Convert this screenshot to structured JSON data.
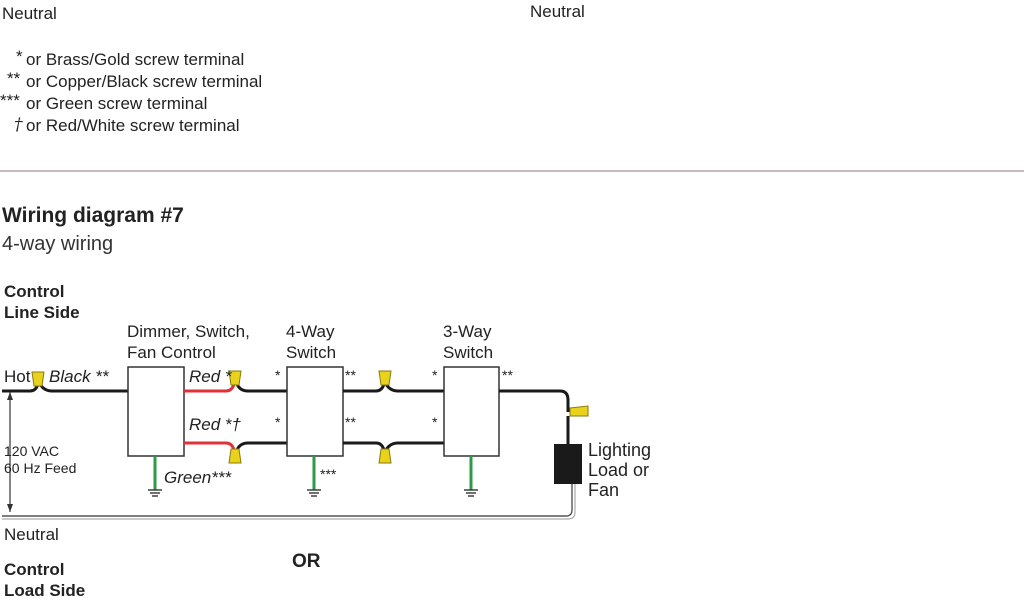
{
  "top": {
    "neutral_left": "Neutral",
    "neutral_center": "Neutral",
    "legend": [
      {
        "mark": "*",
        "text": "or Brass/Gold screw terminal"
      },
      {
        "mark": "**",
        "text": "or Copper/Black screw terminal"
      },
      {
        "mark": "***",
        "text": "or Green screw terminal"
      },
      {
        "mark": "†",
        "text": "or Red/White screw terminal"
      }
    ]
  },
  "section": {
    "title": "Wiring diagram #7",
    "subtitle": "4-way wiring"
  },
  "control_line_side": [
    "Control",
    "Line Side"
  ],
  "control_load_side": [
    "Control",
    "Load Side"
  ],
  "or_label": "OR",
  "hot_label": "Hot",
  "black_label": "Black **",
  "feed_label": [
    "120 VAC",
    "60 Hz Feed"
  ],
  "neutral_bottom": "Neutral",
  "devices": {
    "dimmer": [
      "Dimmer, Switch,",
      "Fan Control"
    ],
    "four_way": [
      "4-Way",
      "Switch"
    ],
    "three_way": [
      "3-Way",
      "Switch"
    ]
  },
  "wire_labels": {
    "red_top": "Red *",
    "red_bottom": "Red *†",
    "green": "Green***"
  },
  "terminal_marks": {
    "fw_left_top": "*",
    "fw_right_top": "**",
    "fw_left_bottom": "*",
    "fw_right_bottom": "**",
    "fw_ground": "***",
    "tw_left_top": "*",
    "tw_right_top": "**",
    "tw_left_bottom": "*"
  },
  "load_label": [
    "Lighting",
    "Load or",
    "Fan"
  ],
  "colors": {
    "wire_black": "#1a1a1a",
    "wire_red": "#e0303a",
    "wire_green": "#2e9a48",
    "wire_nut": "#e8d21c",
    "divider": "#c9b8bc"
  }
}
